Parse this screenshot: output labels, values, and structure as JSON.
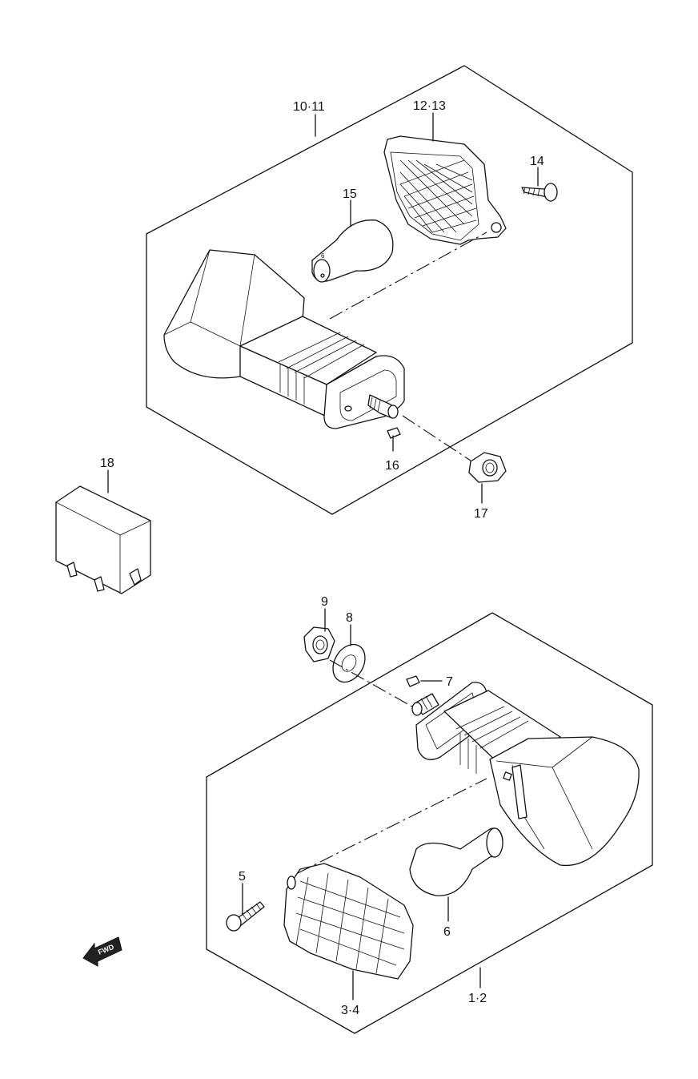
{
  "callouts": {
    "c10_11": "10·11",
    "c12_13": "12·13",
    "c14": "14",
    "c15": "15",
    "c16": "16",
    "c17": "17",
    "c18": "18",
    "c9": "9",
    "c8": "8",
    "c7": "7",
    "c5": "5",
    "c6": "6",
    "c3_4": "3·4",
    "c1_2": "1·2"
  },
  "fwd_label": "FWD",
  "colors": {
    "line": "#111111",
    "background": "#ffffff"
  }
}
